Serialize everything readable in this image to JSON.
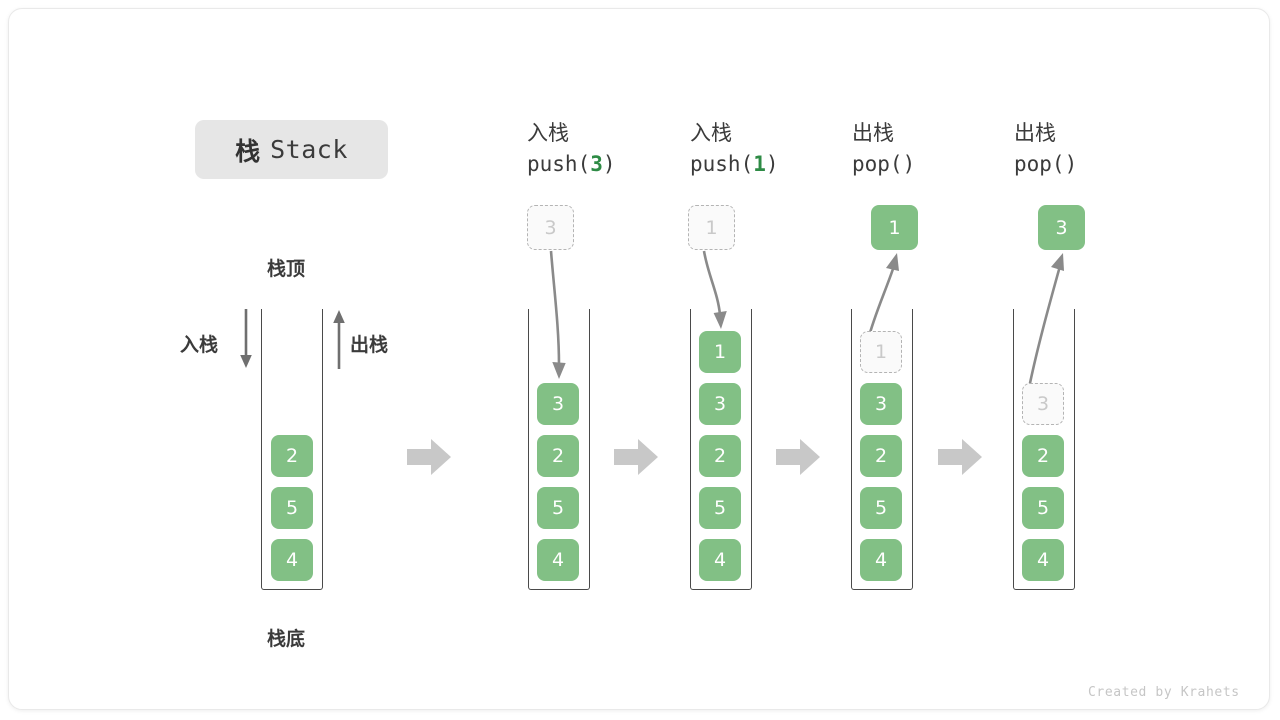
{
  "title": {
    "cjk": "栈",
    "en": "Stack"
  },
  "legend": {
    "top_label": "栈顶",
    "bottom_label": "栈底",
    "push_label": "入栈",
    "pop_label": "出栈"
  },
  "colors": {
    "element_fill": "#82c085",
    "element_text": "#ffffff",
    "ghost_fill": "#fafafa",
    "ghost_border": "#b4b4b4",
    "ghost_text": "#c9c9c9",
    "container_border": "#4a4a4a",
    "flow_arrow": "#c8c8c8",
    "action_arrow": "#808080",
    "title_chip_bg": "#e6e6e6",
    "accent_green_text": "#2e8b45",
    "text": "#3b3b3b",
    "footer_text": "#c6c6c6"
  },
  "columns": [
    {
      "id": "initial",
      "head_cjk": "",
      "head_code_prefix": "",
      "head_code_arg": "",
      "head_code_suffix": "",
      "floating": null,
      "stack": [
        {
          "value": "2",
          "state": "solid"
        },
        {
          "value": "5",
          "state": "solid"
        },
        {
          "value": "4",
          "state": "solid"
        }
      ]
    },
    {
      "id": "push-3",
      "head_cjk": "入栈",
      "head_code_prefix": "push(",
      "head_code_arg": "3",
      "head_code_suffix": ")",
      "floating": {
        "value": "3",
        "state": "ghost",
        "direction": "down"
      },
      "stack": [
        {
          "value": "3",
          "state": "solid"
        },
        {
          "value": "2",
          "state": "solid"
        },
        {
          "value": "5",
          "state": "solid"
        },
        {
          "value": "4",
          "state": "solid"
        }
      ]
    },
    {
      "id": "push-1",
      "head_cjk": "入栈",
      "head_code_prefix": "push(",
      "head_code_arg": "1",
      "head_code_suffix": ")",
      "floating": {
        "value": "1",
        "state": "ghost",
        "direction": "down"
      },
      "stack": [
        {
          "value": "1",
          "state": "solid"
        },
        {
          "value": "3",
          "state": "solid"
        },
        {
          "value": "2",
          "state": "solid"
        },
        {
          "value": "5",
          "state": "solid"
        },
        {
          "value": "4",
          "state": "solid"
        }
      ]
    },
    {
      "id": "pop-1",
      "head_cjk": "出栈",
      "head_code_prefix": "pop(",
      "head_code_arg": "",
      "head_code_suffix": ")",
      "floating": {
        "value": "1",
        "state": "solid",
        "direction": "up"
      },
      "stack": [
        {
          "value": "1",
          "state": "ghost"
        },
        {
          "value": "3",
          "state": "solid"
        },
        {
          "value": "2",
          "state": "solid"
        },
        {
          "value": "5",
          "state": "solid"
        },
        {
          "value": "4",
          "state": "solid"
        }
      ]
    },
    {
      "id": "pop-3",
      "head_cjk": "出栈",
      "head_code_prefix": "pop(",
      "head_code_arg": "",
      "head_code_suffix": ")",
      "floating": {
        "value": "3",
        "state": "solid",
        "direction": "up"
      },
      "stack": [
        {
          "value": "3",
          "state": "ghost"
        },
        {
          "value": "2",
          "state": "solid"
        },
        {
          "value": "5",
          "state": "solid"
        },
        {
          "value": "4",
          "state": "solid"
        }
      ]
    }
  ],
  "footer": {
    "credit": "Created by Krahets"
  }
}
